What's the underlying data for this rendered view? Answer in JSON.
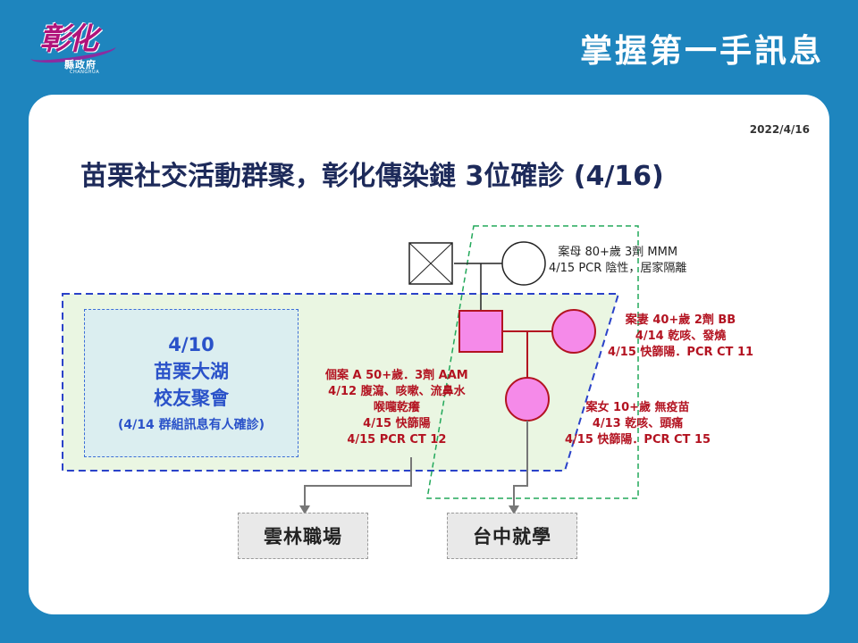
{
  "header": {
    "title": "掌握第一手訊息",
    "logo_main": "彰化",
    "logo_sub": "縣政府",
    "logo_en": "CHANGHUA"
  },
  "slide": {
    "date": "2022/4/16",
    "title": "苗栗社交活動群聚，彰化傳染鏈 3位確診 (4/16)",
    "event": {
      "date": "4/10",
      "line1": "苗栗大湖",
      "line2": "校友聚會",
      "note": "(4/14 群組訊息有人確診)"
    },
    "mother": [
      "案母 80+歲 3劑 MMM",
      "4/15 PCR 陰性，居家隔離"
    ],
    "wife": [
      "案妻 40+歲 2劑 BB",
      "4/14 乾咳、發燒",
      "4/15 快篩陽．PCR CT 11"
    ],
    "index_case": [
      "個案 A 50+歲．3劑 AAM",
      "4/12 腹瀉、咳嗽、流鼻水",
      "喉嚨乾癢",
      "4/15 快篩陽",
      "4/15 PCR CT 12"
    ],
    "daughter": [
      "案女 10+歲 無疫苗",
      "4/13 乾咳、頭痛",
      "4/15 快篩陽．PCR CT 15"
    ],
    "destinations": {
      "left": "雲林職場",
      "right": "台中就學"
    }
  },
  "colors": {
    "background": "#1e85be",
    "case_fill": "#f58ae9",
    "case_stroke": "#b31321",
    "cluster_border": "#2a42c9",
    "household_border": "#22a85a",
    "text_red": "#b31321",
    "text_navy": "#1d2a5a"
  }
}
